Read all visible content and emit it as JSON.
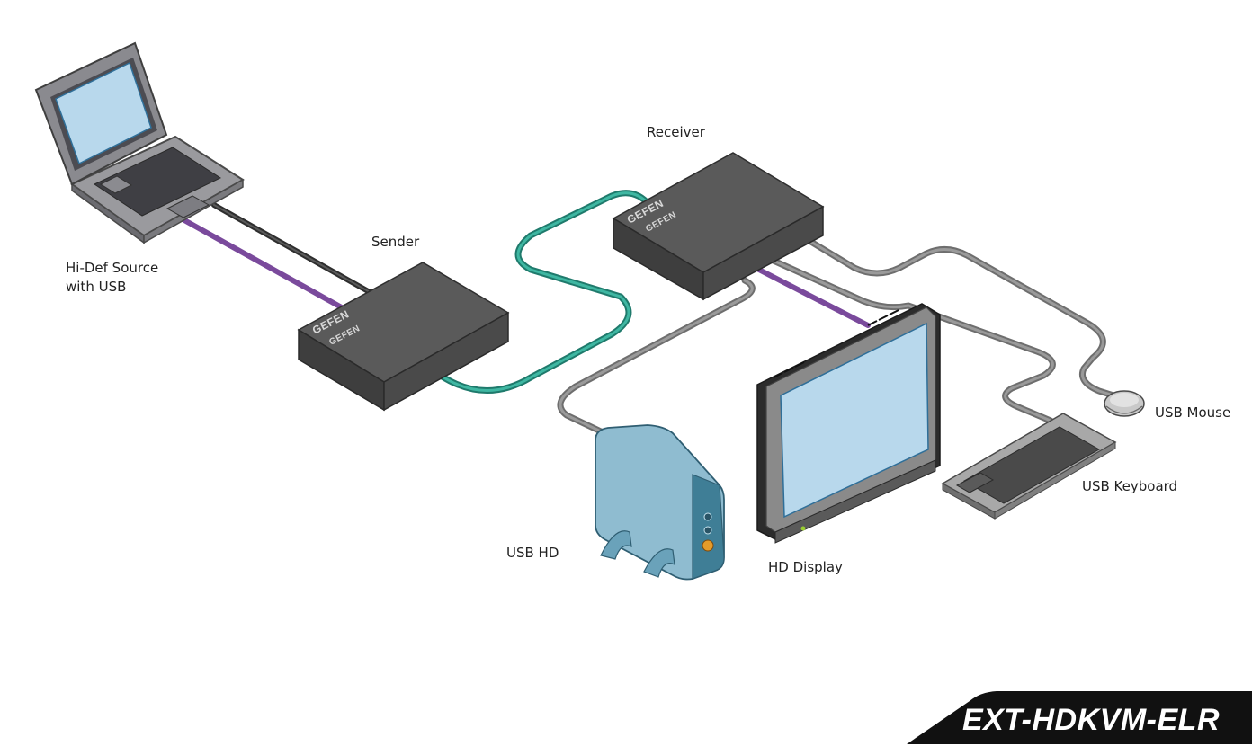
{
  "labels": {
    "source_line1": "Hi-Def Source",
    "source_line2": "with USB",
    "sender": "Sender",
    "receiver": "Receiver",
    "usb_hd": "USB HD",
    "hd_display": "HD Display",
    "usb_keyboard": "USB Keyboard",
    "usb_mouse": "USB Mouse"
  },
  "device_logo": "GEFEN",
  "product_badge": "EXT-HDKVM-ELR",
  "colors": {
    "hdmi_cable": "#7a4a9c",
    "usb_cable": "#3a3a3a",
    "link_cable": "#2a9a88",
    "peripheral_cable": "#777777",
    "box": "#454545",
    "screen": "#b8d8ec",
    "badge": "#111111"
  }
}
